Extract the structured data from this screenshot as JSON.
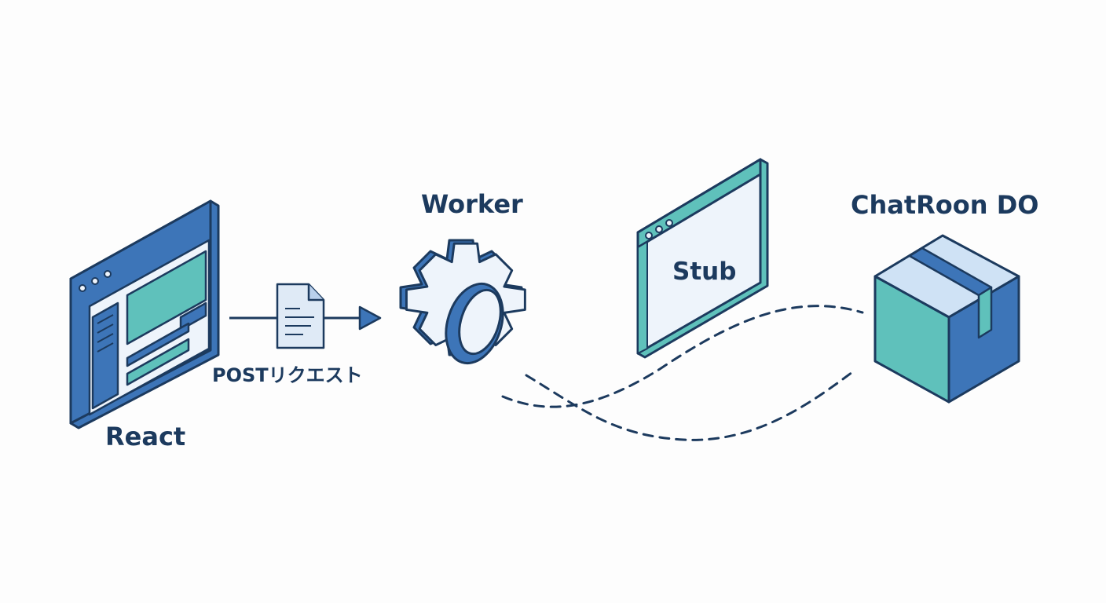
{
  "labels": {
    "react": "React",
    "request": "POSTリクエスト",
    "worker": "Worker",
    "stub": "Stub",
    "durable_object": "ChatRoon DO"
  },
  "icons": {
    "browser": "browser-window-icon",
    "document": "document-icon",
    "gear": "gear-icon",
    "stub_window": "stub-window-icon",
    "box": "box-icon"
  },
  "colors": {
    "outline": "#1c3a5e",
    "blue": "#3d75b8",
    "teal": "#5fc1bb",
    "light_blue": "#cfe2f5",
    "pale": "#eef4fb"
  }
}
